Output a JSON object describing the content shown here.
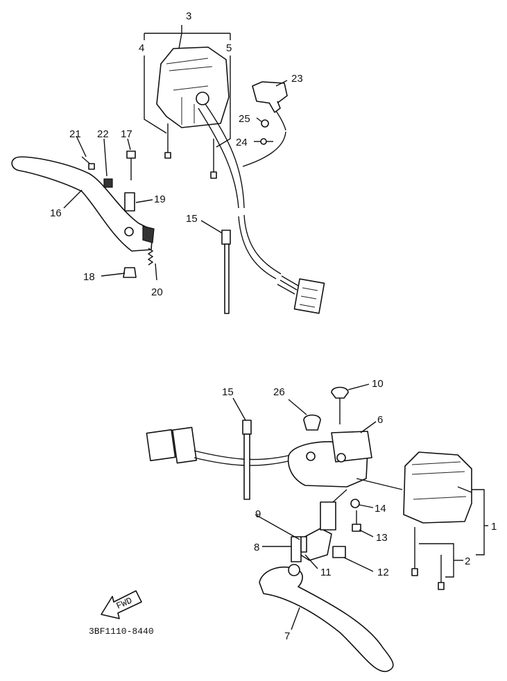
{
  "diagram": {
    "part_code": "3BF1110-8440",
    "fwd_label": "FWD",
    "callouts": {
      "c1": "1",
      "c2": "2",
      "c3": "3",
      "c4": "4",
      "c5": "5",
      "c6": "6",
      "c7": "7",
      "c8": "8",
      "c9": "9",
      "c10": "10",
      "c11": "11",
      "c12": "12",
      "c13": "13",
      "c14": "14",
      "c15a": "15",
      "c15b": "15",
      "c16": "16",
      "c17": "17",
      "c18": "18",
      "c19": "19",
      "c20": "20",
      "c21": "21",
      "c22": "22",
      "c23": "23",
      "c24": "24",
      "c25": "25",
      "c26": "26"
    }
  }
}
